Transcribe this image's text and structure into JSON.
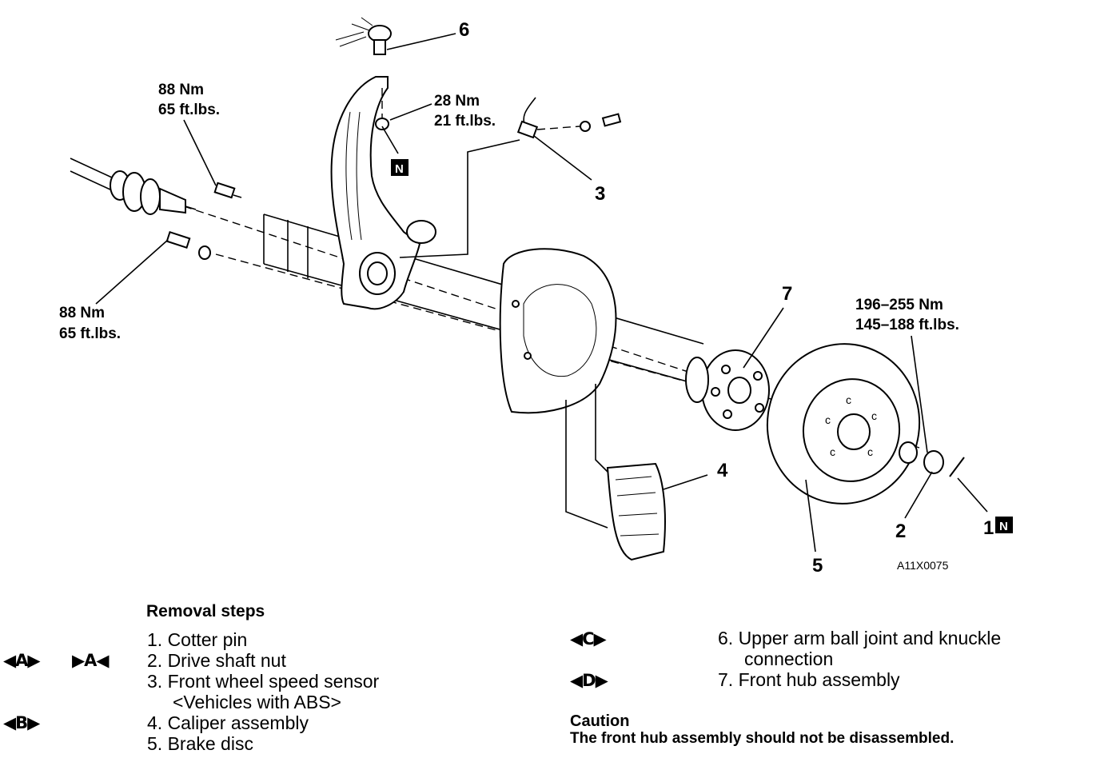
{
  "diagram": {
    "labels": {
      "p1": "1",
      "p2": "2",
      "p3": "3",
      "p4": "4",
      "p5": "5",
      "p6": "6",
      "p7": "7"
    },
    "torque": {
      "top_left_nm": "88 Nm",
      "top_left_ftlbs": "65 ft.lbs.",
      "bottom_left_nm": "88 Nm",
      "bottom_left_ftlbs": "65 ft.lbs.",
      "sensor_nm": "28 Nm",
      "sensor_ftlbs": "21 ft.lbs.",
      "hub_nut_nm": "196–255 Nm",
      "hub_nut_ftlbs": "145–188 ft.lbs."
    },
    "badge_letter": "N",
    "figure_code": "A11X0075"
  },
  "removal": {
    "heading": "Removal steps",
    "steps": [
      "1. Cotter pin",
      "2. Drive shaft nut",
      "3. Front wheel speed sensor",
      "<Vehicles with ABS>",
      "4. Caliper assembly",
      "5. Brake disc",
      "6. Upper arm ball joint and knuckle",
      "connection",
      "7. Front hub assembly"
    ],
    "symbols": {
      "a_removal": "◀A▶",
      "a_install": "▶A◀",
      "b": "◀B▶",
      "c": "◀C▶",
      "d": "◀D▶"
    }
  },
  "caution": {
    "title": "Caution",
    "text": "The front hub assembly should not be disassembled."
  }
}
